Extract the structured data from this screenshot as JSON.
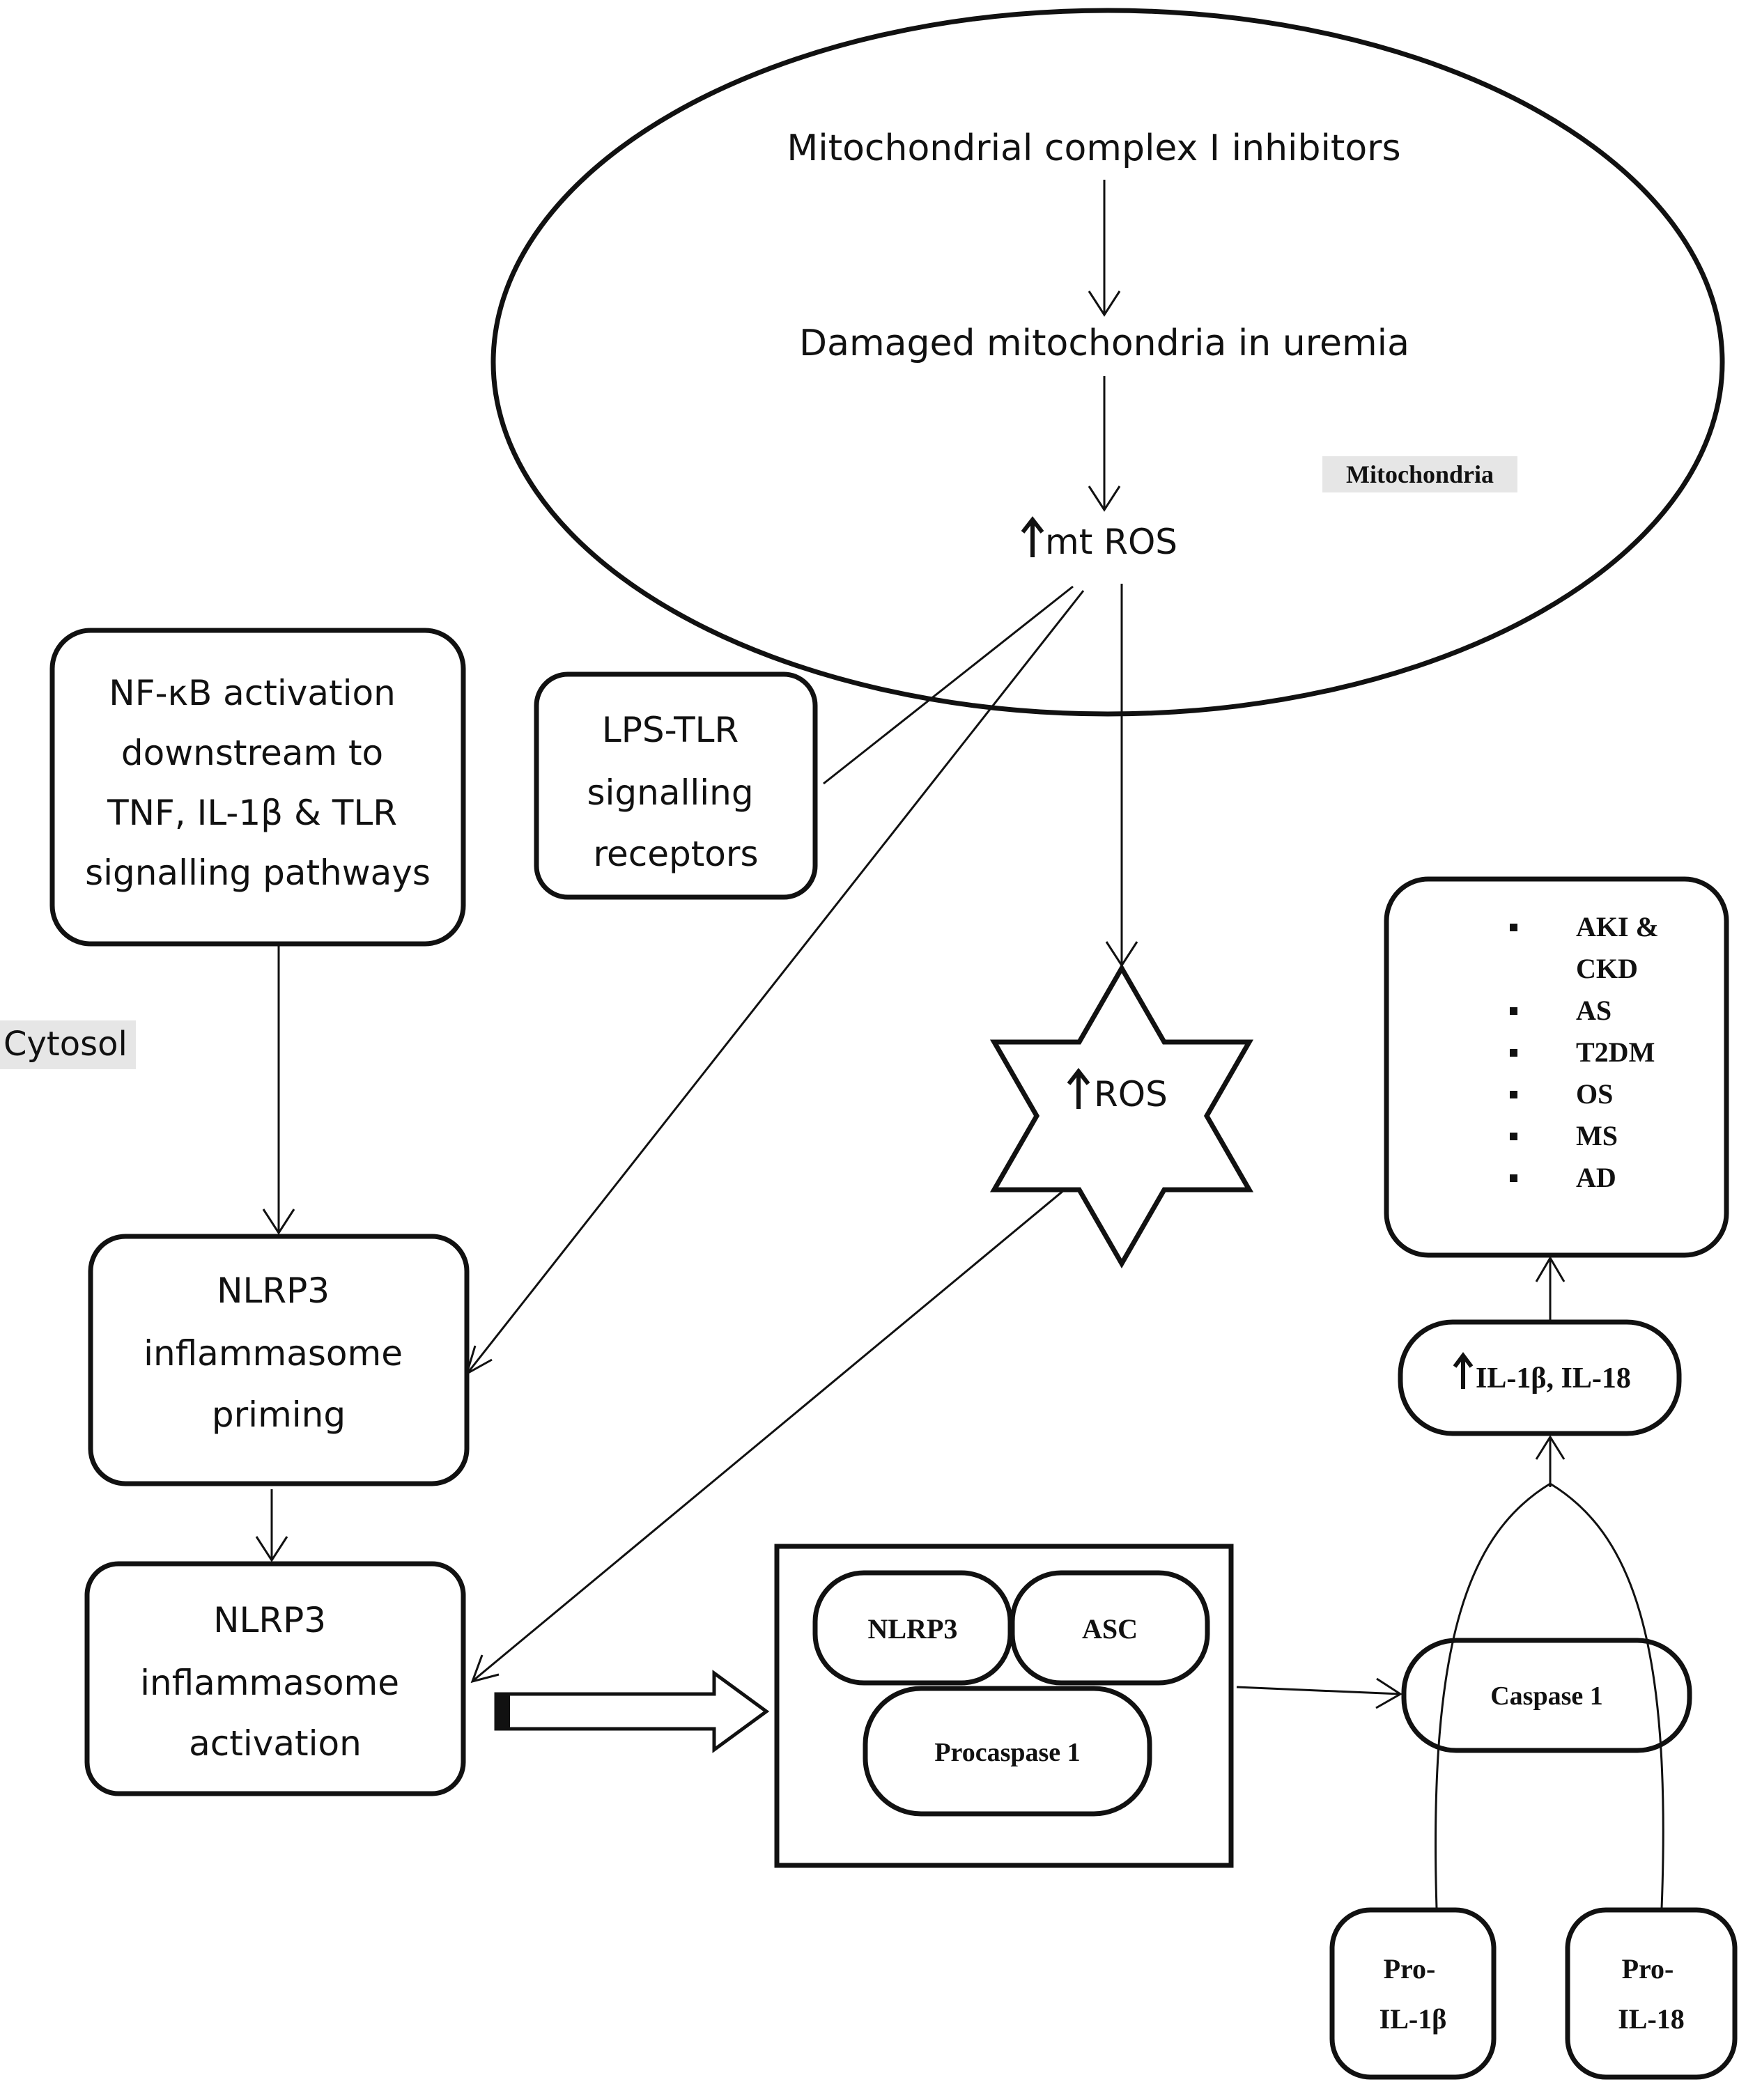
{
  "mitochondria": {
    "inhibitors": "Mitochondrial complex I inhibitors",
    "damaged": "Damaged mitochondria in uremia",
    "mt_ros": "mt ROS",
    "label": "Mitochondria"
  },
  "cytosol_label": "Cytosol",
  "nfkb": {
    "lines": [
      "NF-κB activation",
      "downstream to",
      "TNF, IL-1β & TLR",
      "signalling pathways"
    ]
  },
  "lps": {
    "lines": [
      "LPS-TLR",
      "signalling",
      "receptors"
    ]
  },
  "ros_star": "ROS",
  "priming": {
    "lines": [
      "NLRP3",
      "inflammasome",
      "priming"
    ]
  },
  "activation": {
    "lines": [
      "NLRP3",
      "inflammasome",
      "activation"
    ]
  },
  "complex": {
    "nlrp3": "NLRP3",
    "asc": "ASC",
    "procaspase": "Procaspase 1"
  },
  "caspase": "Caspase 1",
  "il_output": "IL-1β, IL-18",
  "pro_il1b": [
    "Pro-",
    "IL-1β"
  ],
  "pro_il18": [
    "Pro-",
    "IL-18"
  ],
  "diseases": [
    "AKI &",
    "CKD",
    "AS",
    "T2DM",
    "OS",
    "MS",
    "AD"
  ]
}
